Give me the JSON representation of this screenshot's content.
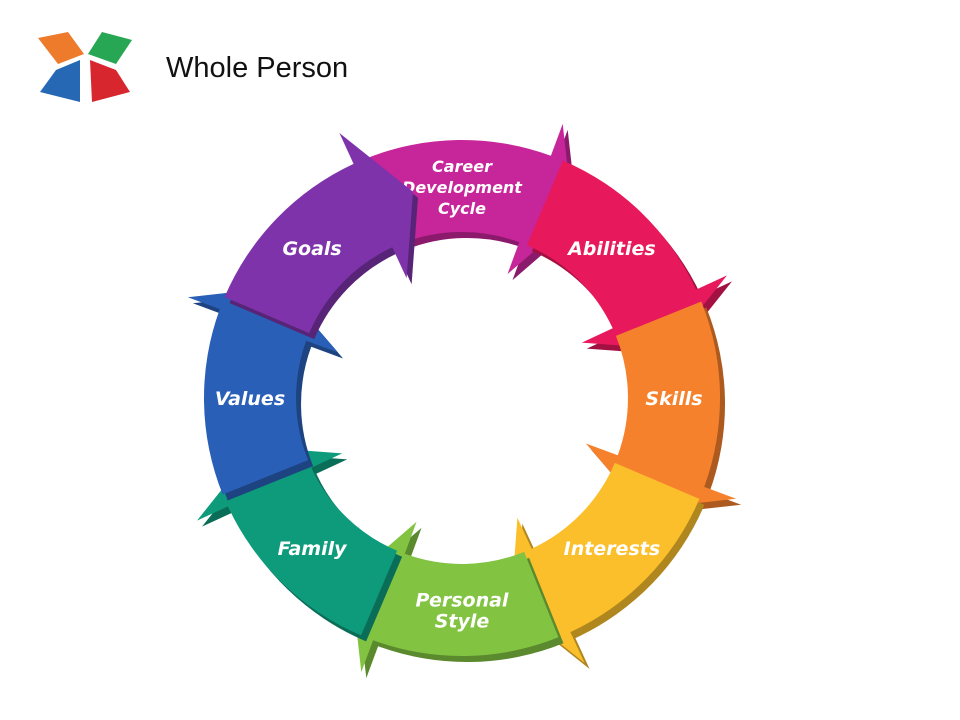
{
  "title": "Whole Person",
  "colors": {
    "title_text": "#111111",
    "logo_orange": "#ee7a2b",
    "logo_green": "#27a653",
    "logo_blue": "#2668b4",
    "logo_red": "#d8262e"
  },
  "cycle": {
    "segments": [
      {
        "label_lines": [
          "Career",
          "Development",
          "Cycle"
        ],
        "color": "#c7259a"
      },
      {
        "label_lines": [
          "Abilities"
        ],
        "color": "#e8185d"
      },
      {
        "label_lines": [
          "Skills"
        ],
        "color": "#f6812c"
      },
      {
        "label_lines": [
          "Interests"
        ],
        "color": "#fbbf2c"
      },
      {
        "label_lines": [
          "Personal",
          "Style"
        ],
        "color": "#82c341"
      },
      {
        "label_lines": [
          "Family"
        ],
        "color": "#0e9b7c"
      },
      {
        "label_lines": [
          "Values"
        ],
        "color": "#2a5fb8"
      },
      {
        "label_lines": [
          "Goals"
        ],
        "color": "#7e33aa"
      }
    ]
  }
}
